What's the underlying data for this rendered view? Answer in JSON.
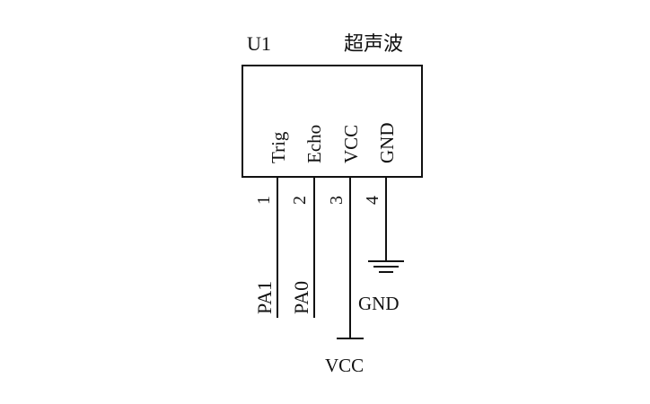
{
  "component": {
    "ref": "U1",
    "name": "超声波",
    "pins": [
      {
        "number": "1",
        "name": "Trig",
        "net": "PA1"
      },
      {
        "number": "2",
        "name": "Echo",
        "net": "PA0"
      },
      {
        "number": "3",
        "name": "VCC",
        "net": "VCC"
      },
      {
        "number": "4",
        "name": "GND",
        "net": "GND"
      }
    ]
  },
  "symbols": {
    "vcc_label": "VCC",
    "gnd_label": "GND"
  }
}
